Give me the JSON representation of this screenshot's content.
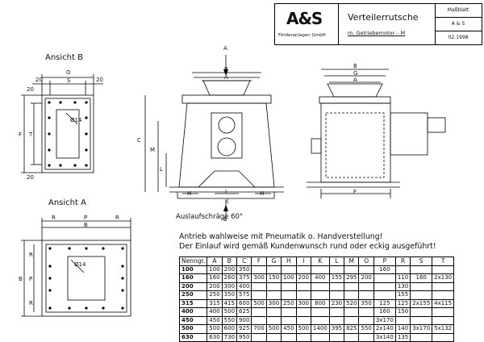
{
  "title_block": {
    "logo": "A&S",
    "company": "Förderanlagen GmbH",
    "title": "Verteilerrutsche",
    "subtitle": "m. Getriebemotor – M",
    "sheet": "Maßblatt",
    "code": "A & S",
    "date": "02.1998"
  },
  "views": {
    "view_b": "Ansicht B",
    "view_a": "Ansicht A",
    "slope": "Auslaufschräge 60°",
    "arrow_top": "A",
    "arrow_bottom": "B"
  },
  "dims": {
    "O": "O",
    "S": "S",
    "T": "T",
    "F": "F",
    "d14": "Ø14",
    "n20": "20",
    "R": "R",
    "P": "P",
    "B": "B",
    "A": "A",
    "C": "C",
    "M": "M",
    "L": "L",
    "H": "H",
    "I": "I",
    "K": "K",
    "G": "G"
  },
  "notes": [
    "Antrieb wahlweise mit Pneumatik o. Handverstellung!",
    "Der Einlauf wird gemäß Kundenwunsch rund oder eckig ausgeführt!"
  ],
  "table": {
    "headers": [
      "Nenngr.",
      "A",
      "B",
      "C",
      "F",
      "G",
      "H",
      "I",
      "K",
      "L",
      "M",
      "O",
      "P",
      "R",
      "S",
      "T"
    ],
    "rows": [
      [
        "100",
        "100",
        "200",
        "350",
        "",
        "",
        "",
        "",
        "",
        "",
        "",
        "",
        "160",
        "",
        "",
        ""
      ],
      [
        "160",
        "160",
        "260",
        "375",
        "300",
        "150",
        "100",
        "200",
        "400",
        "155",
        "295",
        "200",
        "",
        "110",
        "160",
        "2x130"
      ],
      [
        "200",
        "200",
        "300",
        "400",
        "",
        "",
        "",
        "",
        "",
        "",
        "",
        "",
        "",
        "130",
        "",
        ""
      ],
      [
        "250",
        "250",
        "350",
        "575",
        "",
        "",
        "",
        "",
        "",
        "",
        "",
        "",
        "",
        "155",
        "",
        ""
      ],
      [
        "315",
        "315",
        "415",
        "600",
        "500",
        "300",
        "250",
        "300",
        "800",
        "230",
        "520",
        "350",
        "125",
        "125",
        "2x155",
        "4x115"
      ],
      [
        "400",
        "400",
        "500",
        "625",
        "",
        "",
        "",
        "",
        "",
        "",
        "",
        "",
        "160",
        "150",
        "",
        ""
      ],
      [
        "450",
        "450",
        "550",
        "900",
        "",
        "",
        "",
        "",
        "",
        "",
        "",
        "",
        "3x170",
        "",
        "",
        ""
      ],
      [
        "500",
        "500",
        "600",
        "925",
        "700",
        "500",
        "450",
        "500",
        "1400",
        "395",
        "825",
        "550",
        "2x140",
        "140",
        "3x170",
        "5x132"
      ],
      [
        "630",
        "630",
        "730",
        "950",
        "",
        "",
        "",
        "",
        "",
        "",
        "",
        "",
        "3x140",
        "135",
        "",
        ""
      ]
    ]
  }
}
